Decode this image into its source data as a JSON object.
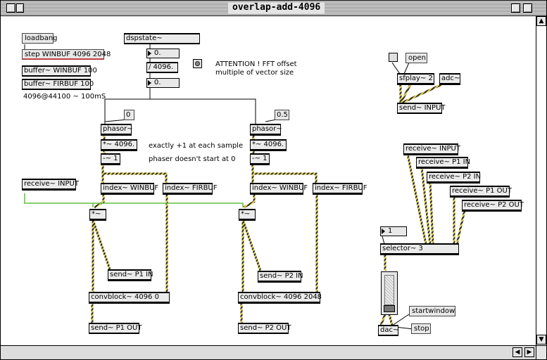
{
  "window": {
    "title": "overlap-add-4096"
  },
  "objects": {
    "loadbang": "loadbang",
    "step": "step WINBUF 4096 2048",
    "buffer_win": "buffer~ WINBUF 100",
    "buffer_fir": "buffer~ FIRBUF 100",
    "dspstate": "dspstate~",
    "num_sr": "0.",
    "div": "/ 4096.",
    "num_freq": "0.",
    "num0": "0",
    "num05": "0.5",
    "phasor_l": "phasor~",
    "mul_l": "*~ 4096.",
    "sub_l": "-~ 1",
    "phasor_r": "phasor~",
    "mul_r": "*~ 4096.",
    "sub_r": "-~ 1",
    "receive_input": "receive~ INPUT",
    "index_win_l": "index~ WINBUF",
    "index_fir_l": "index~ FIRBUF",
    "index_win_r": "index~ WINBUF",
    "index_fir_r": "index~ FIRBUF",
    "times_l": "*~",
    "times_r": "*~",
    "send_p1_in": "send~ P1 IN",
    "send_p2_in": "send~ P2 IN",
    "convblock_l": "convblock~ 4096 0",
    "convblock_r": "convblock~ 4096 2048",
    "send_p1_out": "send~ P1 OUT",
    "send_p2_out": "send~ P2 OUT",
    "open": "open",
    "sfplay": "sfplay~ 2",
    "adc": "adc~",
    "send_input": "send~ INPUT",
    "recv_input2": "receive~ INPUT",
    "recv_p1_in": "receive~ P1 IN",
    "recv_p2_in": "receive~ P2 IN",
    "recv_p1_out": "receive~ P1 OUT",
    "recv_p2_out": "receive~ P2 OUT",
    "num_sel": "1",
    "selector": "selector~ 3",
    "startwindow": "startwindow",
    "dac": "dac~",
    "stop": "stop"
  },
  "comments": {
    "duration": "4096@44100 ~ 100mS",
    "attention": "ATTENTION ! FFT offset",
    "attention2": "multiple of vector size",
    "exact": "exactly +1 at each sample",
    "phaser": "phaser doesn't start at 0"
  },
  "scrollbars": {
    "up": "▲",
    "down": "▼",
    "left": "◀",
    "right": "▶"
  },
  "colors": {
    "signal_cord": "#e8d44a",
    "signal_cord_dark": "#2a2a2a",
    "receive_cord": "#5fbf3f"
  }
}
